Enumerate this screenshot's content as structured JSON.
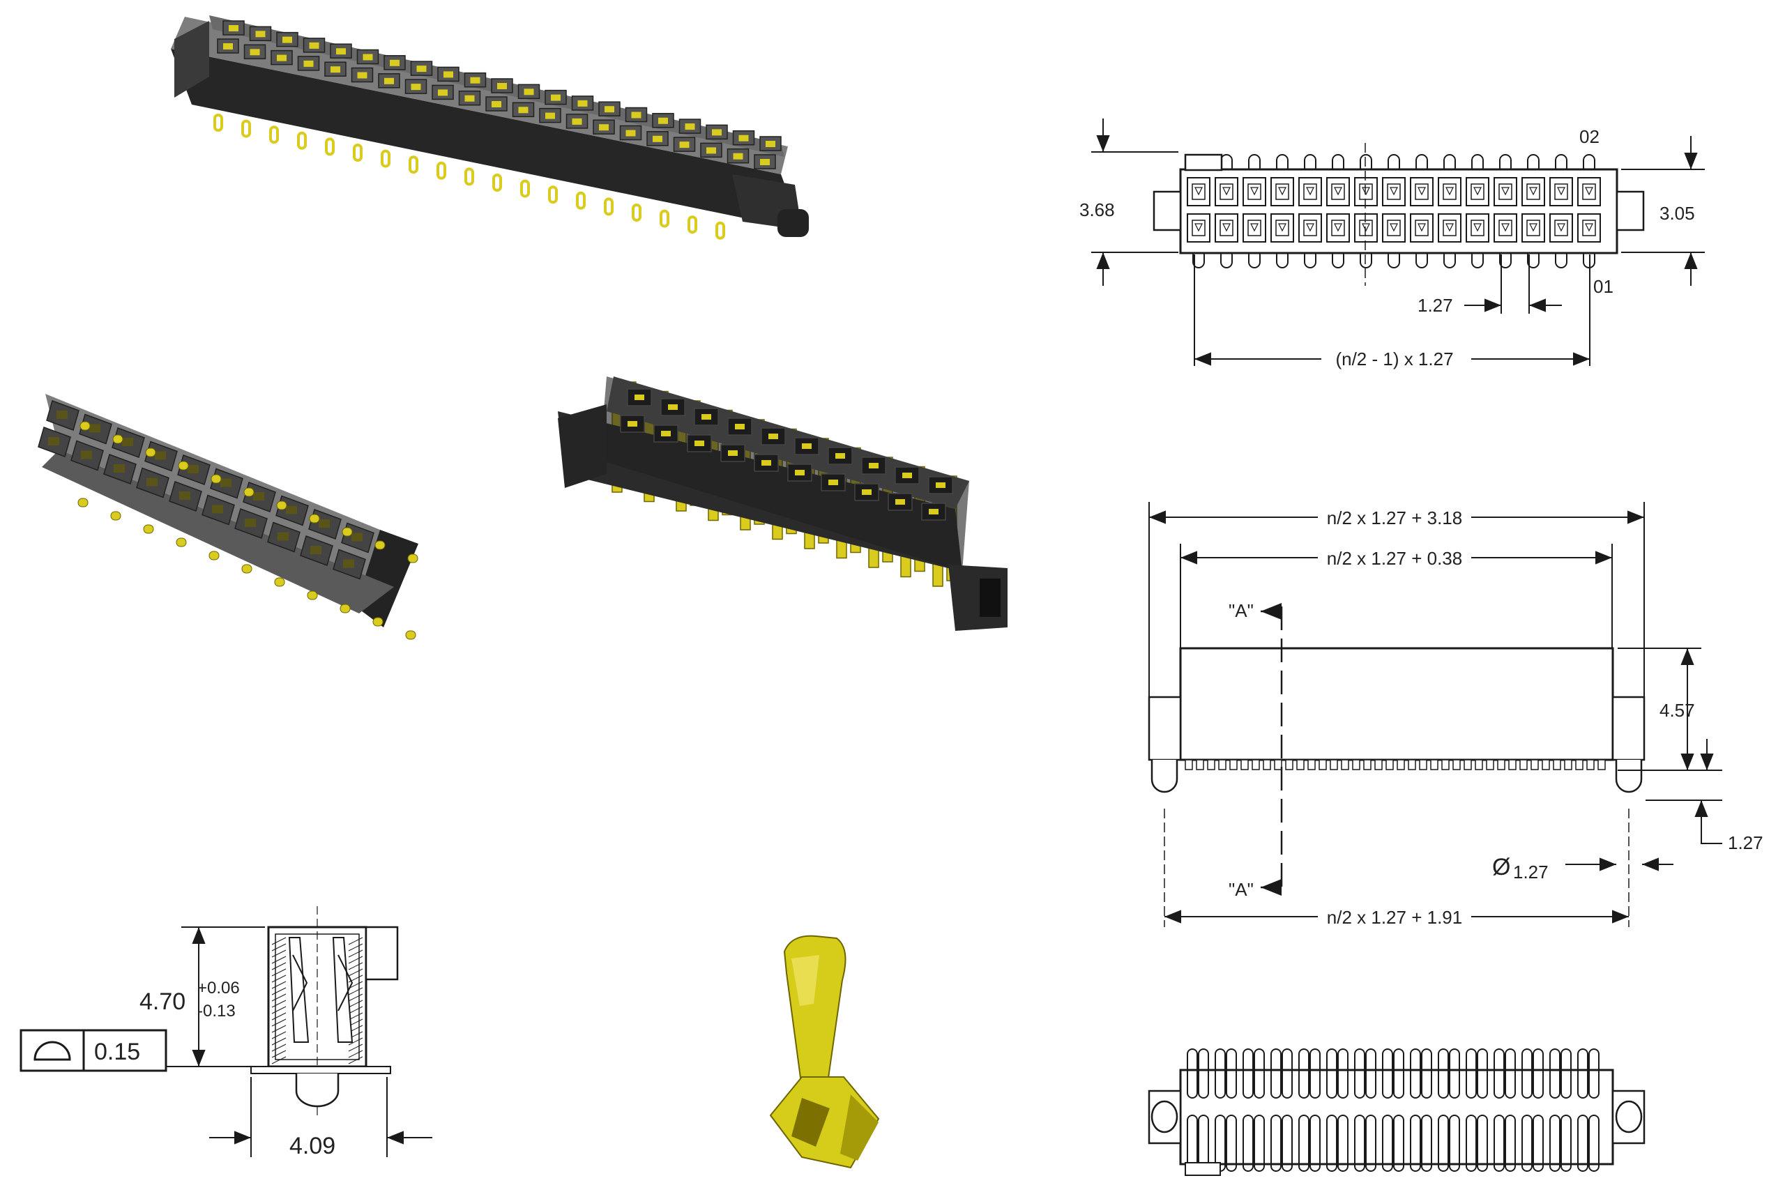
{
  "colors": {
    "housing_dark": "#2b2b2b",
    "housing_face": "#3a3a3a",
    "housing_grey": "#7d7d7d",
    "contact_gold": "#d9cc1e",
    "line": "#1a1a1a"
  },
  "icons": [
    "connector-3d-iso-a",
    "connector-3d-iso-b",
    "connector-3d-iso-c",
    "contact-pin-3d",
    "flatness-symbol"
  ],
  "top_view": {
    "pin_02_label": "02",
    "pin_01_label": "01",
    "height_left": "3.68",
    "height_right": "3.05",
    "pitch": "1.27",
    "row_span": "(n/2 - 1) x 1.27"
  },
  "front_view": {
    "overall_width": "n/2 x 1.27 + 3.18",
    "body_width": "n/2 x 1.27 + 0.38",
    "section_top": "\"A\"",
    "section_bottom": "\"A\"",
    "body_height": "4.57",
    "peg_height": "1.27",
    "peg_diameter_symbol": "Ø",
    "peg_diameter": "1.27",
    "peg_span": "n/2 x 1.27 + 1.91"
  },
  "section_view": {
    "height_value": "4.70",
    "tol_plus": "+0.06",
    "tol_minus": "-0.13",
    "flatness_value": "0.15",
    "width_value": "4.09"
  }
}
